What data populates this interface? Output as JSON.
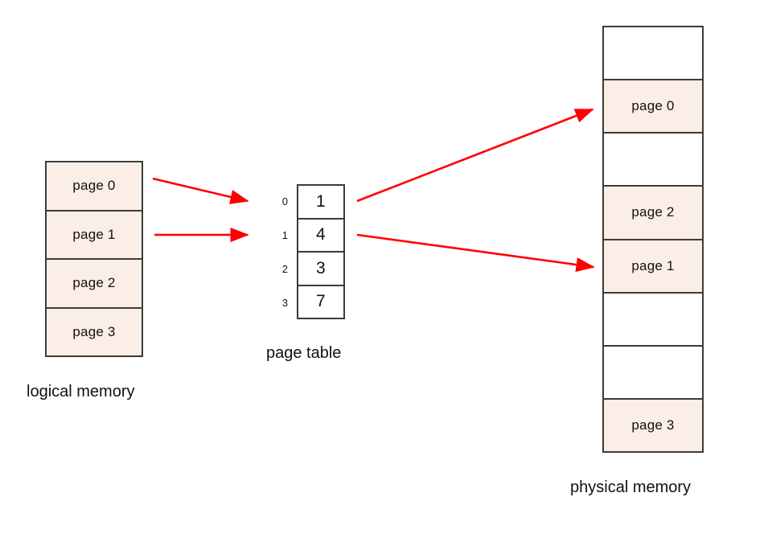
{
  "diagram": {
    "title_caption_logical": "logical memory",
    "title_caption_page_table": "page table",
    "title_caption_physical": "physical memory",
    "accent_color": "#ff0000",
    "fill_color": "#fbeee6",
    "border_color": "#3b3b3b"
  },
  "logical_memory": {
    "caption": "logical memory",
    "cells": [
      {
        "label": "page 0",
        "filled": true
      },
      {
        "label": "page 1",
        "filled": true
      },
      {
        "label": "page 2",
        "filled": true
      },
      {
        "label": "page 3",
        "filled": true
      }
    ]
  },
  "page_table": {
    "caption": "page table",
    "rows": [
      {
        "index": "0",
        "value": "1"
      },
      {
        "index": "1",
        "value": "4"
      },
      {
        "index": "2",
        "value": "3"
      },
      {
        "index": "3",
        "value": "7"
      }
    ]
  },
  "physical_memory": {
    "caption": "physical memory",
    "frames": [
      {
        "index": "0",
        "label": "",
        "filled": false
      },
      {
        "index": "1",
        "label": "page 0",
        "filled": true
      },
      {
        "index": "2",
        "label": "",
        "filled": false
      },
      {
        "index": "3",
        "label": "page 2",
        "filled": true
      },
      {
        "index": "4",
        "label": "page 1",
        "filled": true
      },
      {
        "index": "5",
        "label": "",
        "filled": false
      },
      {
        "index": "6",
        "label": "",
        "filled": false
      },
      {
        "index": "7",
        "label": "page 3",
        "filled": true
      }
    ]
  },
  "arrows": [
    {
      "name": "arrow-logical-page0-to-pagetable-entry0",
      "from": "logical page 0",
      "to": "page table index 0"
    },
    {
      "name": "arrow-logical-page1-to-pagetable-entry1",
      "from": "logical page 1",
      "to": "page table index 1"
    },
    {
      "name": "arrow-pagetable-entry0-to-frame1",
      "from": "page table entry 1",
      "to": "physical frame 1 (page 0)"
    },
    {
      "name": "arrow-pagetable-entry1-to-frame4",
      "from": "page table entry 4",
      "to": "physical frame 4 (page 1)"
    }
  ]
}
